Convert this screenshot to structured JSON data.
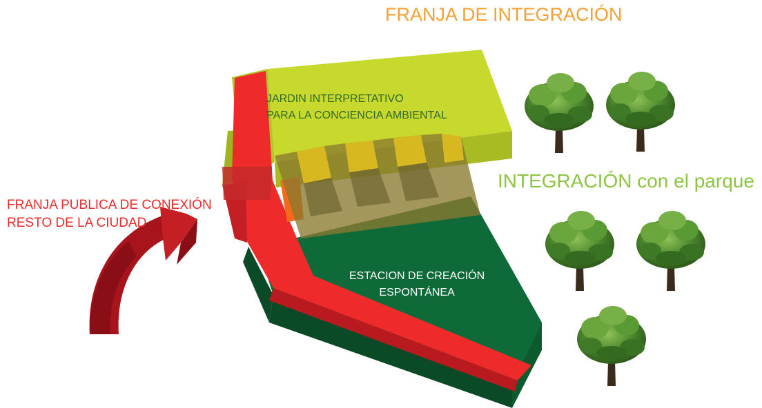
{
  "labels": {
    "title": "FRANJA DE INTEGRACIÓN",
    "park": "INTEGRACIÓN con el parque",
    "public_strip": [
      "FRANJA PUBLICA DE CONEXIÓN",
      "RESTO DE LA CIUDAD"
    ],
    "garden": [
      "JARDIN INTERPRETATIVO",
      "PARA LA CONCIENCIA AMBIENTAL"
    ],
    "station": [
      "ESTACION DE CREACIÓN",
      "ESPONTÁNEA"
    ]
  },
  "colors": {
    "title": "#f5a032",
    "park_text": "#8cc63f",
    "public_text": "#ee2a2a",
    "garden_block": "#c8d92e",
    "station_block": "#0f6a3a",
    "public_strip": "#ee2a2a",
    "integration_band": "#a0863a",
    "arrow": "#a8141c"
  },
  "trees": {
    "count": 5,
    "icon": "tree-icon"
  }
}
